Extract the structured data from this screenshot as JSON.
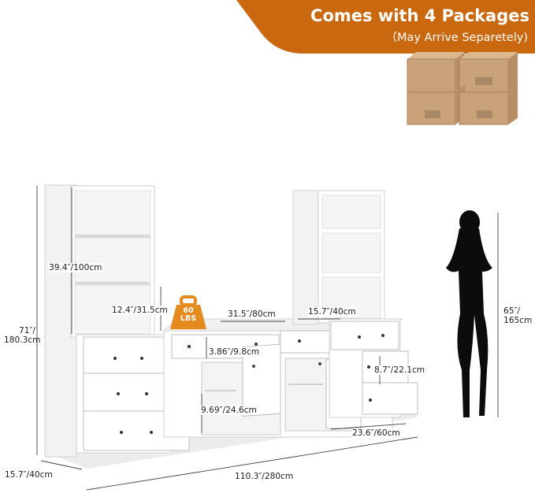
{
  "banner": {
    "title": "Comes with 4 Packages",
    "subtitle": "（May Arrive Separetely)",
    "color": "#c9680f"
  },
  "weight_badge": {
    "value": "60",
    "unit": "LBS",
    "color": "#e58a1f"
  },
  "dimensions": {
    "total_height": {
      "imperial": "71″/",
      "metric": "180.3cm"
    },
    "shelf_height": "39.4″/100cm",
    "tv_stand_height": "12.4″/31.5cm",
    "shelf_width": "31.5″/80cm",
    "side_width": "15.7″/40cm",
    "drawer_height": "3.86″/9.8cm",
    "side_drawer_height": "8.7″/22.1cm",
    "cabinet_height": "9.69″/24.6cm",
    "depth_stand": "23.6″/60cm",
    "depth": "15.7″/40cm",
    "total_width": "110.3″/280cm",
    "person_height": {
      "imperial": "65″/",
      "metric": "165cm"
    }
  },
  "colors": {
    "furniture": "#ffffff",
    "furniture_edge": "#cfcfcf",
    "shadow": "#e6e6e6",
    "box": "#c9a27a",
    "silhouette": "#0c0c0c"
  }
}
